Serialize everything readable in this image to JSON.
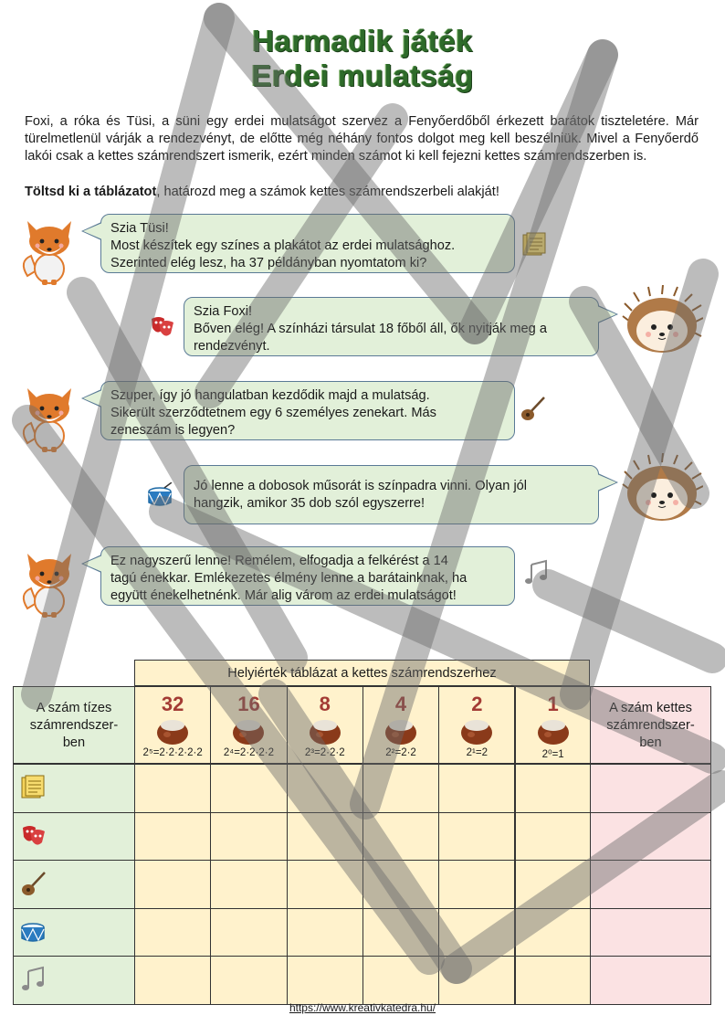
{
  "title": {
    "line1": "Harmadik játék",
    "line2": "Erdei mulatság"
  },
  "intro": "Foxi, a róka és Tüsi, a süni egy erdei mulatságot szervez a Fenyőerdőből érkezett barátok tiszteletére. Már türelmetlenül várják a rendezvényt, de előtte még néhány fontos dolgot meg kell beszélniük. Mivel a Fenyőerdő lakói csak a kettes számrendszert ismerik, ezért minden számot ki kell fejezni kettes számrendszerben is.",
  "instruction": {
    "bold": "Töltsd ki a táblázatot",
    "rest": ", határozd meg a számok kettes számrendszerbeli alakját!"
  },
  "dialogue": [
    {
      "speaker": "fox",
      "lines": [
        "Szia Tüsi!",
        "Most készítek egy színes a plakátot az erdei mulatsághoz.",
        "Szerinted elég lesz, ha 37 példányban nyomtatom ki?"
      ],
      "icon": "poster-icon"
    },
    {
      "speaker": "hedgehog",
      "lines": [
        "Szia Foxi!",
        "Bőven elég! A színházi társulat 18 főből áll, ők nyitják meg a",
        "rendezvényt."
      ],
      "icon": "theater-masks-icon"
    },
    {
      "speaker": "fox",
      "lines": [
        "Szuper, így jó hangulatban kezdődik majd a mulatság.",
        "Sikerült szerződtetnem egy 6 személyes zenekart. Más",
        "zeneszám is legyen?"
      ],
      "icon": "guitar-icon"
    },
    {
      "speaker": "hedgehog",
      "lines": [
        "Jó lenne a dobosok műsorát is színpadra vinni. Olyan jól",
        "hangzik, amikor 35 dob szól egyszerre!"
      ],
      "icon": "drum-icon"
    },
    {
      "speaker": "fox",
      "lines": [
        "Ez nagyszerű lenne! Remélem, elfogadja a felkérést a 14",
        "tagú énekkar. Emlékezetes élmény lenne a barátainknak, ha",
        "együtt énekelhetnénk. Már alig várom az erdei mulatságot!"
      ],
      "icon": "music-note-icon"
    }
  ],
  "table": {
    "caption": "Helyiérték táblázat a kettes számrendszerhez",
    "left_header": [
      "A szám tízes",
      "számrendszer-",
      "ben"
    ],
    "right_header": [
      "A szám kettes",
      "számrendszer-",
      "ben"
    ],
    "columns": [
      {
        "value": "32",
        "power": "2⁵=2·2·2·2·2"
      },
      {
        "value": "16",
        "power": "2⁴=2·2·2·2"
      },
      {
        "value": "8",
        "power": "2³=2·2·2"
      },
      {
        "value": "4",
        "power": "2²=2·2"
      },
      {
        "value": "2",
        "power": "2¹=2"
      },
      {
        "value": "1",
        "power": "2⁰=1"
      }
    ],
    "rows": [
      "poster-icon",
      "theater-masks-icon",
      "guitar-icon",
      "drum-icon",
      "music-note-icon"
    ]
  },
  "footer": {
    "url": "https://www.kreativkatedra.hu/"
  },
  "watermark": {
    "letters": [
      "M",
      "I",
      "N",
      "T",
      "A"
    ]
  },
  "colors": {
    "title": "#2e6b2a",
    "bubble": "#e2f0d9",
    "yellow": "#fff2cc",
    "pink": "#fbe2e3",
    "place_value": "#a33b34"
  }
}
